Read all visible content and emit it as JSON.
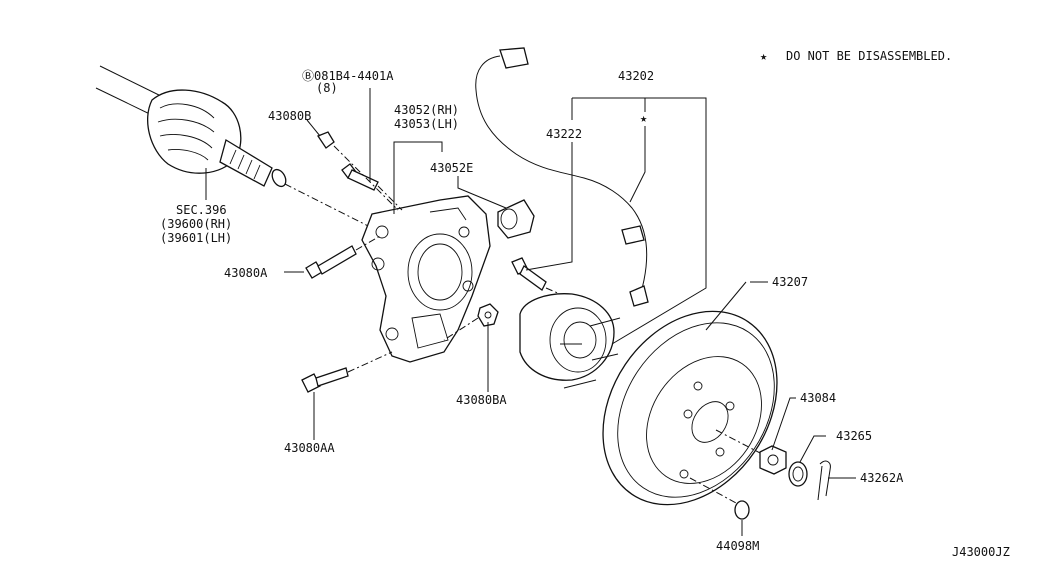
{
  "note": {
    "symbol": "★",
    "text": "DO NOT BE DISASSEMBLED."
  },
  "diagram_code": "J43000JZ",
  "labels": {
    "p_08184": "Ⓑ081B4-4401A",
    "p_08184_qty": "(8)",
    "p_43080b": "43080B",
    "p_43052": "43052(RH)",
    "p_43053": "43053(LH)",
    "p_43052e": "43052E",
    "p_43202": "43202",
    "p_43222": "43222",
    "p_sec": "SEC.396",
    "p_39600": "(39600(RH)",
    "p_39601": "(39601(LH)",
    "p_43080a": "43080A",
    "p_43207": "43207",
    "p_43080ba": "43080BA",
    "p_43080aa": "43080AA",
    "p_43084": "43084",
    "p_43265": "43265",
    "p_43262a": "43262A",
    "p_44098m": "44098M"
  }
}
